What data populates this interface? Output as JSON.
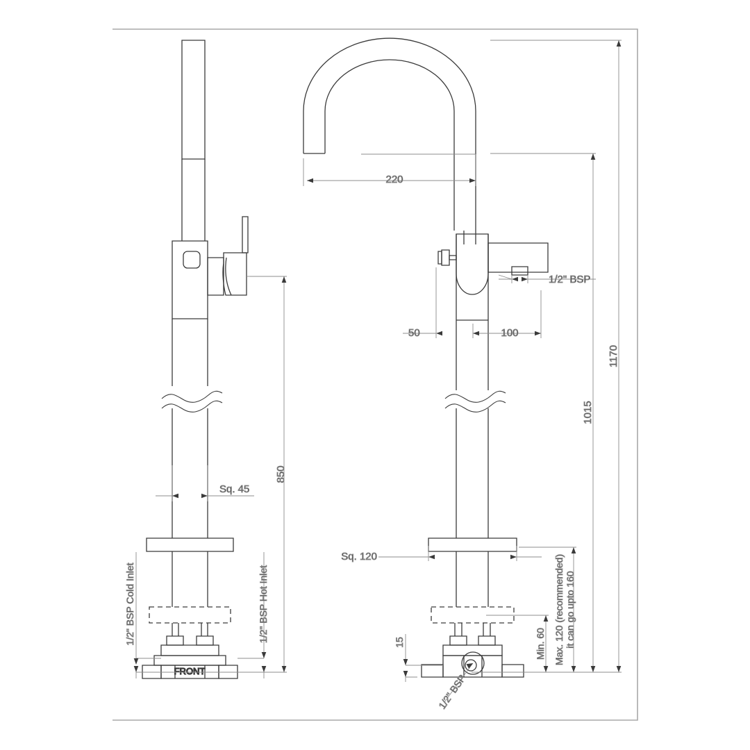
{
  "drawing": {
    "title": "Floor mounted bath mixer technical drawing",
    "units": "mm",
    "line_color": "#3a3a3a",
    "dim_color": "#888888",
    "text_color": "#1a1a1a",
    "background": "#ffffff",
    "frame_color": "#a8a8a8"
  },
  "views": {
    "front": {
      "name": "front-view",
      "label": "FRONT"
    },
    "side": {
      "name": "side-view"
    }
  },
  "dimensions": {
    "spout_reach": "220",
    "handle_offset": "50",
    "outlet_offset": "100",
    "overall_height": "1170",
    "spout_height": "1015",
    "handle_height": "850",
    "column_section": "Sq. 45",
    "flange_section": "Sq. 120",
    "base_plate_height": "15",
    "min_floor": "Min. 60",
    "max_floor": "Max. 120 (recommended)",
    "max_floor_2": "it can go upto 160"
  },
  "labels": {
    "bsp_spout": "1/2\" BSP",
    "bsp_base": "1/2\" BSP",
    "cold_inlet": "1/2\" BSP Cold Inlet",
    "hot_inlet": "1/2\" BSP Hot Inlet",
    "front_marker": "FRONT"
  }
}
